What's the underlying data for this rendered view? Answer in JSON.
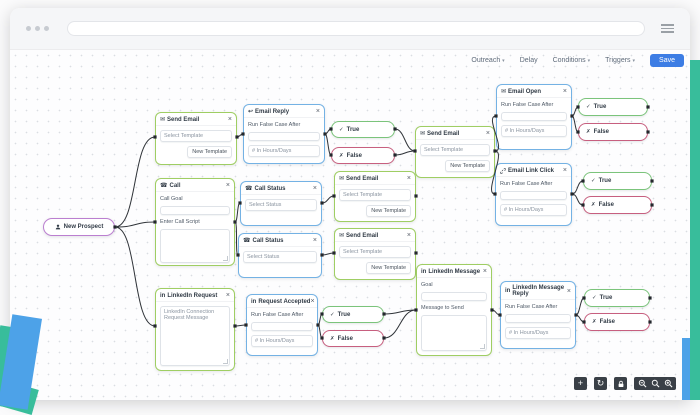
{
  "toolbar": {
    "outreach": "Outreach",
    "delay": "Delay",
    "conditions": "Conditions",
    "triggers": "Triggers",
    "save": "Save",
    "caret": "▾"
  },
  "icons": {
    "envelope": "✉",
    "reply": "↩",
    "phone": "☎",
    "linkedin": "in",
    "check": "✓",
    "cross": "✗",
    "close": "×",
    "refresh": "↻",
    "plus": "+"
  },
  "badges": {
    "true": "True",
    "false": "False"
  },
  "nodes": {
    "prospect": {
      "title": "New Prospect"
    },
    "send_email_1": {
      "title": "Send Email",
      "select": "Select Template",
      "button": "New Template"
    },
    "send_email_2": {
      "title": "Send Email",
      "select": "Select Template",
      "button": "New Template"
    },
    "send_email_3": {
      "title": "Send Email",
      "select": "Select Template",
      "button": "New Template"
    },
    "send_email_4": {
      "title": "Send Email",
      "select": "Select Template",
      "button": "New Template"
    },
    "email_reply": {
      "title": "Email Reply",
      "label": "Run False Case After",
      "placeholder": "# In Hours/Days"
    },
    "email_open": {
      "title": "Email Open",
      "label": "Run False Case After",
      "placeholder": "# In Hours/Days"
    },
    "email_link_click": {
      "title": "Email Link Click",
      "label": "Run False Case After",
      "placeholder": "# In Hours/Days"
    },
    "call": {
      "title": "Call",
      "goal_label": "Call Goal",
      "script_label": "Enter Call Script"
    },
    "call_status_1": {
      "title": "Call Status",
      "select": "Select Status"
    },
    "call_status_2": {
      "title": "Call Status",
      "select": "Select Status"
    },
    "linkedin_request": {
      "title": "LinkedIn Request",
      "placeholder": "LinkedIn Connection Request Message"
    },
    "request_accepted": {
      "title": "Request Accepted",
      "label": "Run False Case After",
      "placeholder": "# In Hours/Days"
    },
    "linkedin_message": {
      "title": "LinkedIn Message",
      "goal_label": "Goal",
      "message_label": "Message to Send"
    },
    "linkedin_message_reply": {
      "title": "LinkedIn Message Reply",
      "label": "Run False Case After",
      "placeholder": "# In Hours/Days"
    }
  },
  "colors": {
    "node_green": "#9fce63",
    "node_blue": "#74b2e4",
    "node_purple": "#bb7fd0",
    "true_green": "#7bc47b",
    "false_red": "#c75f7f",
    "save_blue": "#3d7de4",
    "ribbon_teal": "#38bd9b",
    "ribbon_blue": "#4da2e8"
  }
}
